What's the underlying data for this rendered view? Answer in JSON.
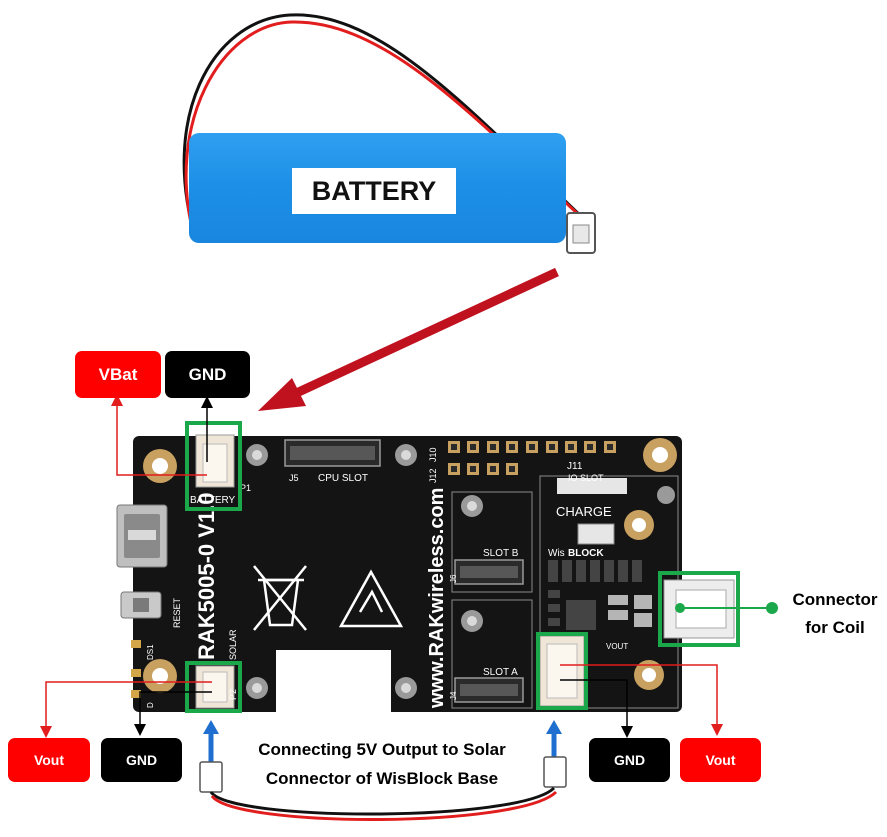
{
  "battery": {
    "label": "BATTERY"
  },
  "top_tags": {
    "vbat": "VBat",
    "gnd": "GND"
  },
  "bottom_tags": {
    "vout_left": "Vout",
    "gnd_left": "GND",
    "gnd_right": "GND",
    "vout_right": "Vout"
  },
  "coil_note": {
    "line1": "Connector",
    "line2": "for Coil"
  },
  "solar_note": {
    "line1": "Connecting 5V Output to Solar",
    "line2": "Connector of WisBlock Base"
  },
  "board": {
    "name": "RAK5005-0 V1.0",
    "website": "www.RAKwireless.com",
    "silk": {
      "battery": "BATTERY",
      "p1": "P1",
      "p2": "P2",
      "solar": "SOLAR",
      "reset": "RESET",
      "cpu_slot": "CPU SLOT",
      "j5": "J5",
      "j10": "J10",
      "j12": "J12",
      "j11": "J11",
      "io_slot": "IO SLOT",
      "slot_a": "SLOT A",
      "slot_b": "SLOT B",
      "j6": "J6",
      "j4": "J4",
      "charge": "CHARGE",
      "wis": "Wis",
      "block": "BLOCK",
      "vout": "VOUT",
      "ds1": "DS1",
      "d": "D"
    }
  },
  "colors": {
    "battery_blue": "#1c8fe6",
    "highlight_green": "#1aa84a",
    "tag_red": "#ff0000",
    "tag_black": "#000000",
    "arrow_red": "#c0111f",
    "cable_blue": "#1f6fd0",
    "board": "#141414",
    "gold_pad": "#c8a060"
  }
}
